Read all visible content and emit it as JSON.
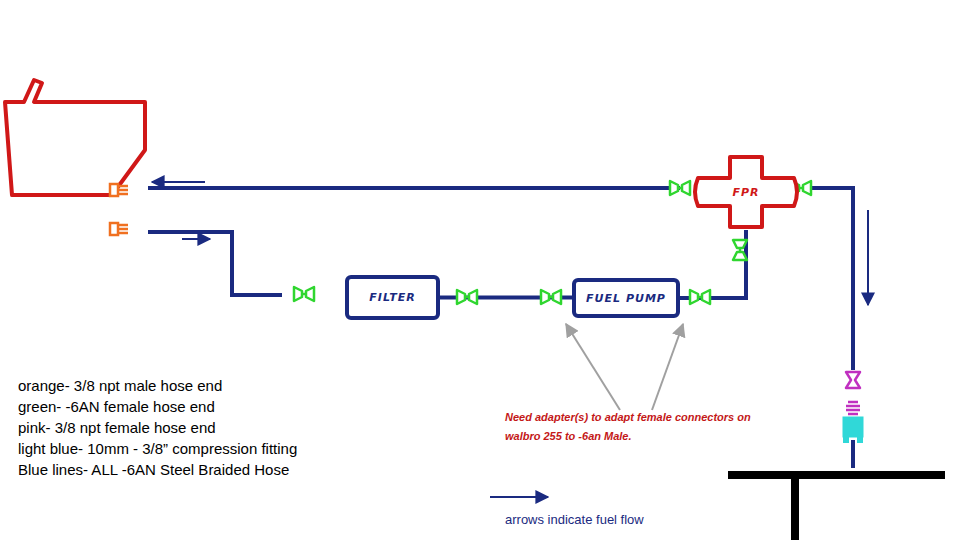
{
  "diagram": {
    "nodes": [
      {
        "text": [
          "FILTER"
        ]
      },
      {
        "text": [
          "FUEL PUMP"
        ]
      },
      {
        "text": [
          "FPR"
        ]
      }
    ],
    "edges": [
      {
        "from": 0,
        "to": 1,
        "arrow": "none"
      },
      {
        "from": 1,
        "to": 2,
        "arrow": "none"
      }
    ],
    "labels": [
      "Need adapter(s) to adapt female connectors on walbro 255 to -6an Male.",
      "orange- 3/8 npt male hose end",
      "green- -6AN female hose end",
      "pink- 3/8 npt female hose end",
      "light blue- 10mm - 3/8” compression fitting",
      "Blue lines- ALL -6AN Steel Braided Hose"
    ],
    "legend": [
      {
        "text": "arrows indicate fuel flow"
      }
    ]
  }
}
